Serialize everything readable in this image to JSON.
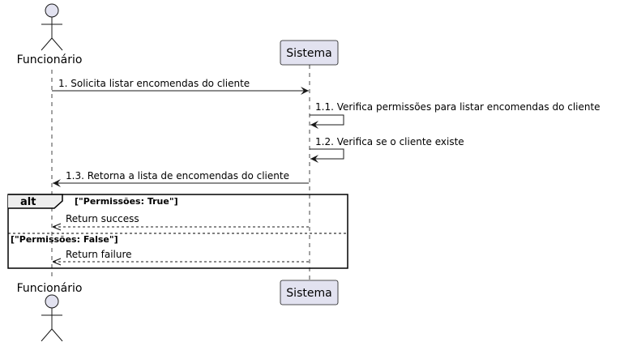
{
  "diagram": {
    "participants": [
      {
        "id": "funcionario",
        "label": "Funcionário",
        "kind": "actor"
      },
      {
        "id": "sistema",
        "label": "Sistema",
        "kind": "participant"
      }
    ],
    "messages": [
      {
        "label": "1. Solicita listar encomendas do cliente",
        "style": "solid"
      },
      {
        "label": "1.1. Verifica permissões para listar encomendas do cliente",
        "style": "solid"
      },
      {
        "label": "1.2. Verifica se o cliente existe",
        "style": "solid"
      },
      {
        "label": "1.3. Retorna a lista de encomendas do cliente",
        "style": "solid"
      }
    ],
    "alt": {
      "keyword": "alt",
      "sections": [
        {
          "guard": "[\"Permissões: True\"]",
          "message": {
            "label": "Return success",
            "style": "dashed"
          }
        },
        {
          "guard": "[\"Permissões: False\"]",
          "message": {
            "label": "Return failure",
            "style": "dashed"
          }
        }
      ]
    },
    "colors": {
      "participant_fill": "#E2E2F0",
      "participant_border": "#181818",
      "lifeline": "#181818",
      "arrow": "#181818"
    }
  }
}
